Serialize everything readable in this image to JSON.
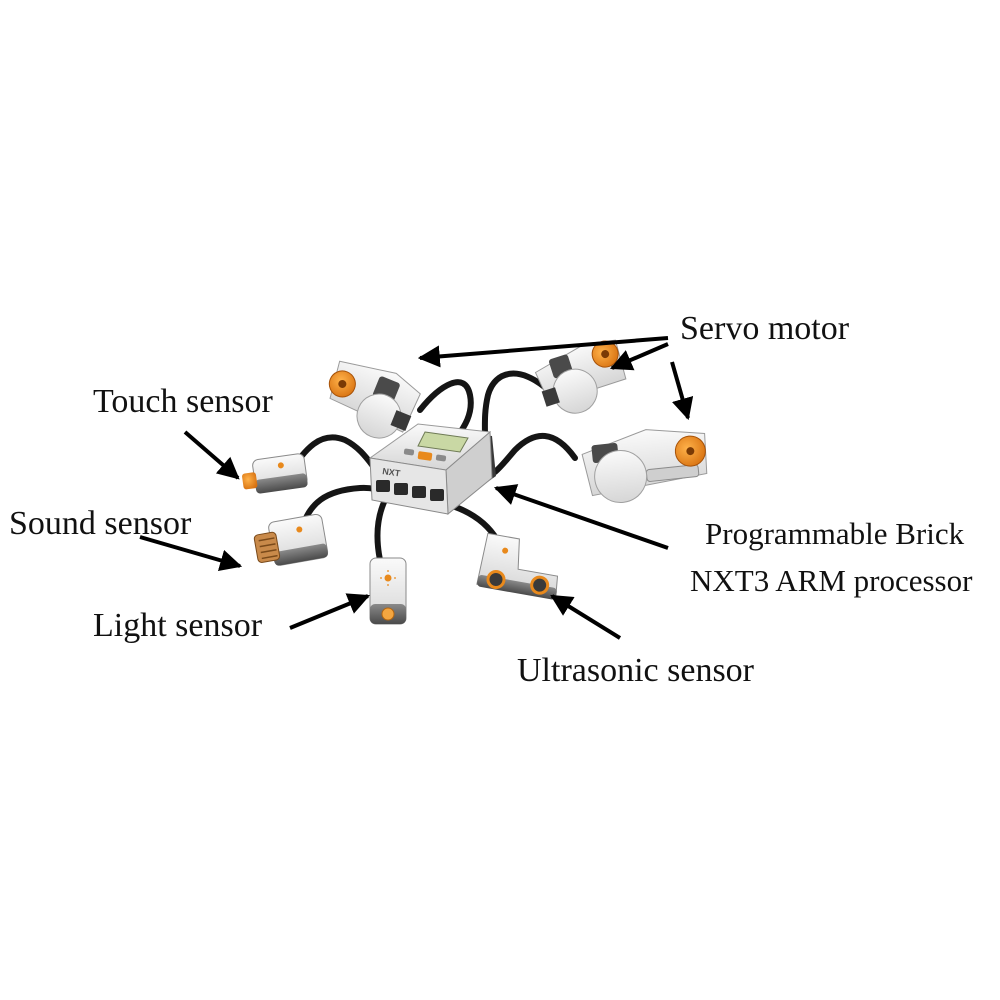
{
  "labels": {
    "servo_motor": "Servo motor",
    "touch_sensor": "Touch sensor",
    "sound_sensor": "Sound sensor",
    "light_sensor": "Light sensor",
    "ultrasonic_sensor": "Ultrasonic sensor",
    "brick_line1": "Programmable Brick",
    "brick_line2": "NXT3 ARM processor"
  },
  "brick_logo": "NXT",
  "colors": {
    "text": "#111111",
    "arrow": "#000000",
    "cable": "#151515",
    "body_light": "#ececec",
    "body_dark": "#3a3a3a",
    "accent_orange": "#e8891c",
    "screen_green": "#c9d8a4"
  }
}
